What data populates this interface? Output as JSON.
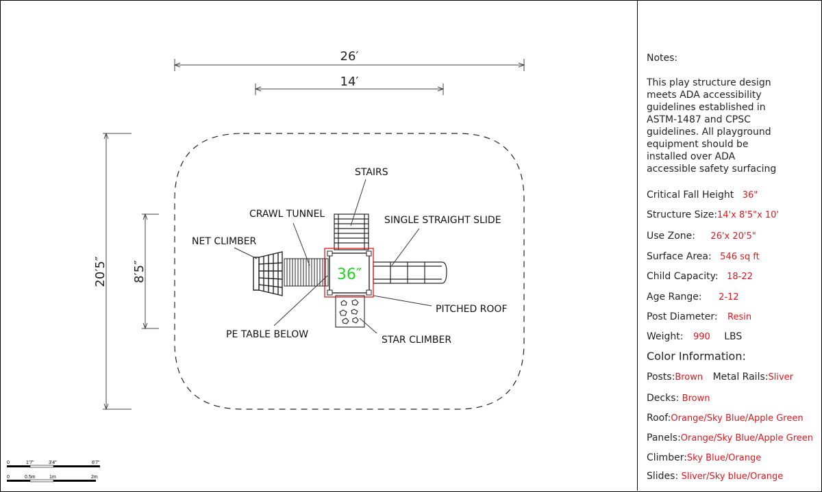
{
  "dimensions": {
    "overall_width": "26′",
    "structure_width": "14′",
    "overall_depth": "20′5″",
    "structure_depth": "8′5″"
  },
  "deck_height_label": "36″",
  "callouts": {
    "stairs": "STAIRS",
    "crawl_tunnel": "CRAWL TUNNEL",
    "single_straight_slide": "SINGLE STRAIGHT SLIDE",
    "net_climber": "NET CLIMBER",
    "pitched_roof": "PITCHED ROOF",
    "pe_table_below": "PE TABLE BELOW",
    "star_climber": "STAR CLIMBER"
  },
  "scale_bar": {
    "imperial_ticks": [
      "0",
      "1'7\"",
      "3'4\"",
      "6'7\""
    ],
    "metric_ticks": [
      "0",
      "0.5m",
      "1m",
      "2m"
    ]
  },
  "notes": {
    "heading": "Notes:",
    "body_lines": [
      "This play structure design",
      "meets ADA accessibility",
      "guidelines established in",
      "ASTM-1487 and CPSC",
      "guidelines. All playground",
      "equipment should be",
      "installed over ADA",
      "accessible safety surfacing"
    ],
    "critical_fall_height": {
      "label": "Critical Fall Height",
      "value": "36\""
    },
    "structure_size": {
      "label": "Structure Size:",
      "value": "14'x 8'5\"x 10'"
    },
    "use_zone": {
      "label": "Use Zone:",
      "value": "26'x 20'5\""
    },
    "surface_area": {
      "label": "Surface Area:",
      "value": "546 sq ft"
    },
    "child_capacity": {
      "label": "Child Capacity:",
      "value": "18-22"
    },
    "age_range": {
      "label": "Age Range:",
      "value": "2-12"
    },
    "post_diameter": {
      "label": "Post Diameter:",
      "value": "Resin"
    },
    "weight": {
      "label": "Weight:",
      "value": "990",
      "unit": "LBS"
    },
    "color_heading": "Color Information:",
    "posts": {
      "label": "Posts:",
      "value": "Brown"
    },
    "metal_rails": {
      "label": "Metal Rails:",
      "value": "Sliver"
    },
    "decks": {
      "label": "Decks:",
      "value": "Brown"
    },
    "roof": {
      "label": "Roof:",
      "value": "Orange/Sky Blue/Apple Green"
    },
    "panels": {
      "label": "Panels:",
      "value": "Orange/Sky Blue/Apple Green"
    },
    "climber": {
      "label": "Climber:",
      "value": "Sky Blue/Orange"
    },
    "slides": {
      "label": "Slides:",
      "value": "Sliver/Sky blue/Orange"
    }
  },
  "colors": {
    "value_red": "#e0161c",
    "deck_green": "#22d31c",
    "roof_red": "#e0161c",
    "line": "#222222"
  }
}
